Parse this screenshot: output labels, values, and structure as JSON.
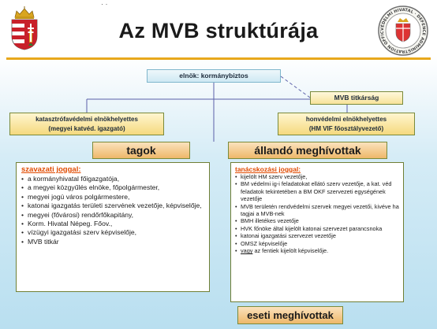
{
  "top_left_text": "·  ·",
  "title": "Az MVB struktúrája",
  "seal_text": "VÉDELMI HIVATAL · DEFENCE ADMINISTRATION OFFICE",
  "org": {
    "elnok": "elnök: kormánybiztos",
    "titkarsag": "MVB titkárság",
    "katasztrofa_line1": "katasztrófavédelmi elnökhelyettes",
    "katasztrofa_line2": "(megyei katvéd. igazgató)",
    "honvedelmi_line1": "honvédelmi elnökhelyettes",
    "honvedelmi_line2": "(HM VIF főosztályvezető)",
    "tagok": "tagok",
    "allando": "állandó meghívottak",
    "eseti": "eseti meghívottak"
  },
  "left_list": {
    "heading": "szavazati joggal:",
    "items": [
      "a kormányhivatal főigazgatója,",
      "a megyei közgyűlés elnöke, főpolgármester,",
      "megyei jogú város polgármestere,",
      "katonai igazgatás területi szervének vezetője, képviselője,",
      "megyei (fővárosi) rendőrfőkapitány,",
      "Korm. Hivatal Népeg. Főov.,",
      "vízügyi igazgatási szerv képviselője,",
      "MVB titkár"
    ]
  },
  "right_list": {
    "heading": "tanácskozási joggal:",
    "items": [
      "kijelölt HM szerv vezetője,",
      "BM védelmi ig-i feladatokat ellátó szerv vezetője, a kat. véd feladatok tekintetében a BM OKF szervezeti egységének vezetője",
      "MVB területén rendvédelmi szervek megyei vezetői, kivéve ha tagjai a MVB-nek",
      "BMH illetékes vezetője",
      "HVK főnöke által kijelölt katonai szervezet parancsnoka",
      "katonai igazgatási szervezet vezetője",
      "OMSZ képviselője"
    ],
    "last_item_prefix": "vagy",
    "last_item_rest": " az fentiek kijelölt képviselője."
  },
  "colors": {
    "accent_rule": "#e8a81c",
    "heading_orange": "#e04a00",
    "box_gold": "#f5d97e",
    "box_orange": "#eeb86a"
  }
}
